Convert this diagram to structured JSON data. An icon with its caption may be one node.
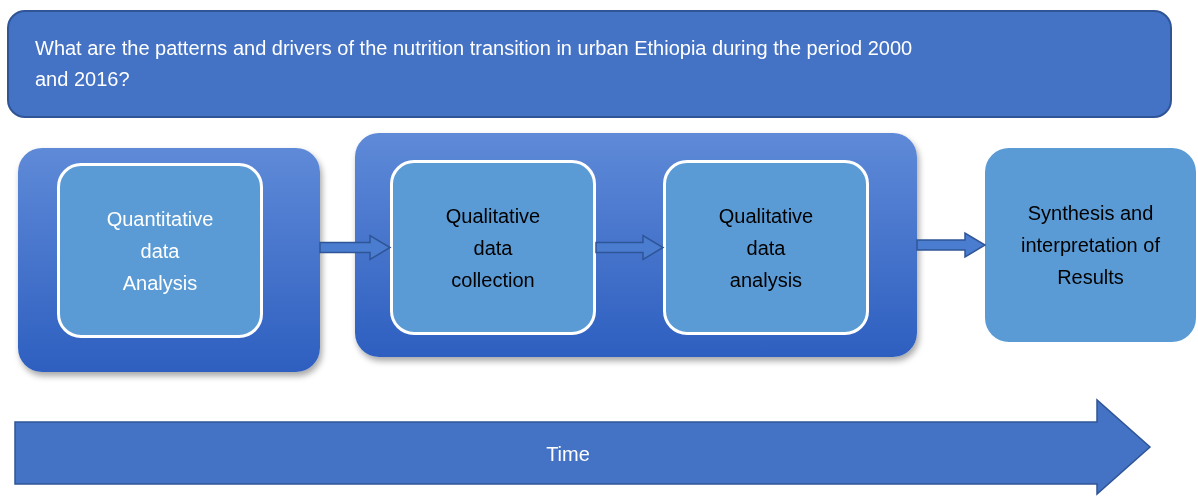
{
  "diagram": {
    "nodes": [
      {
        "text": [
          "What are the patterns and drivers of the nutrition transition in urban Ethiopia during the period 2000 and 2016?"
        ]
      },
      {
        "text": [],
        "shape": "box"
      },
      {
        "text": [
          "Quantitative data Analysis"
        ],
        "in": 1
      },
      {
        "text": [],
        "shape": "box"
      },
      {
        "text": [
          "Qualitative data collection"
        ],
        "in": 3
      },
      {
        "text": [
          "Qualitative data analysis"
        ],
        "in": 3
      },
      {
        "text": [
          "Synthesis and interpretation of Results"
        ]
      }
    ],
    "edges": [
      {
        "from": 1,
        "to": 4,
        "arrow": "to"
      },
      {
        "from": 4,
        "to": 5,
        "arrow": "to"
      },
      {
        "from": 3,
        "to": 6,
        "arrow": "to"
      }
    ],
    "labels": [
      "Time"
    ]
  }
}
